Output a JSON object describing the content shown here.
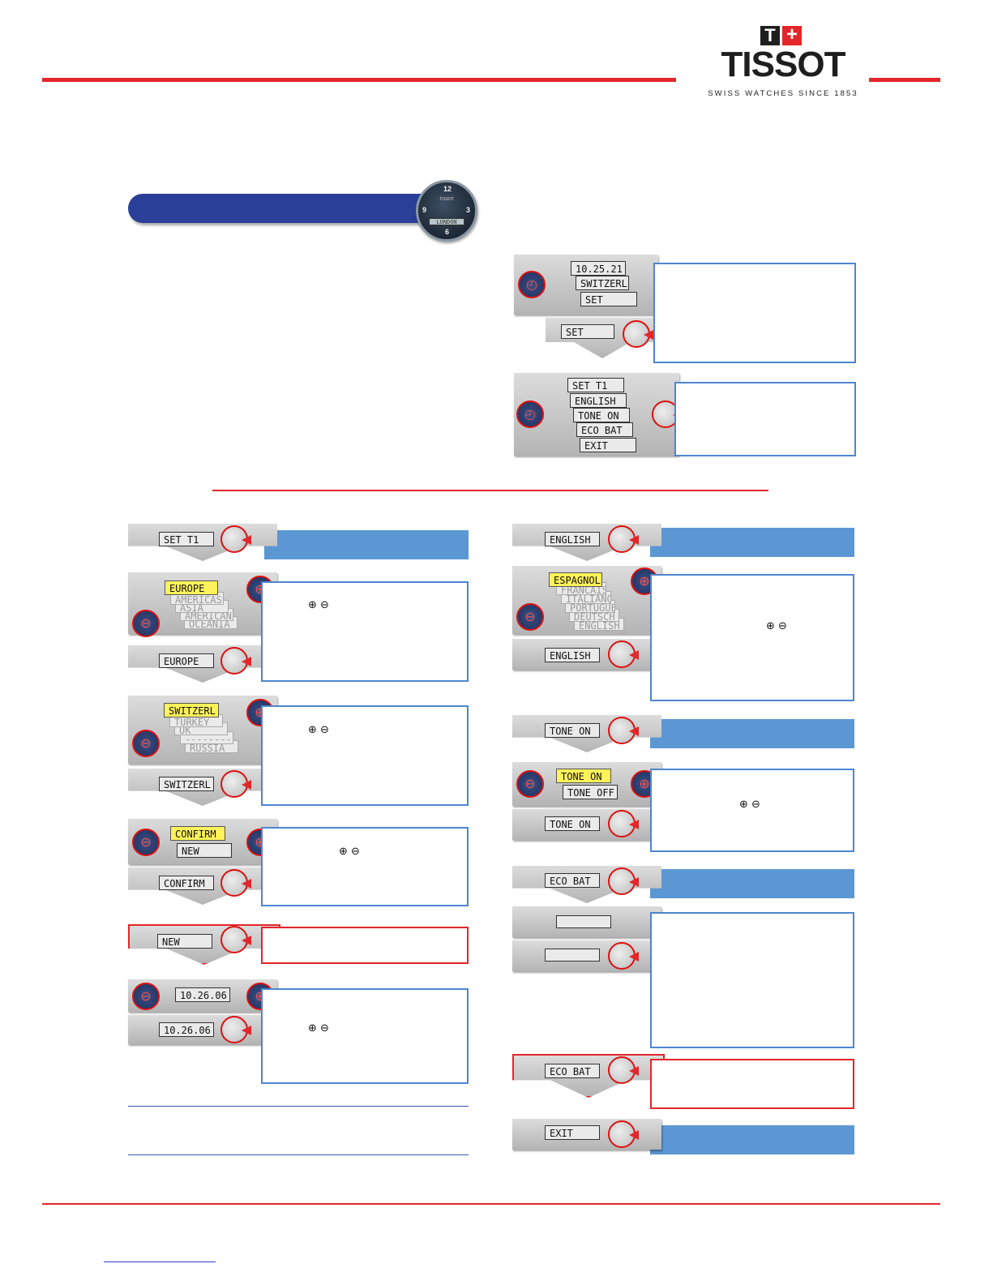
{
  "brand": {
    "logo_mark_t": "T",
    "logo_mark_plus": "+",
    "logo_word": "TISSOT",
    "tagline": "SWISS WATCHES SINCE 1853"
  },
  "colors": {
    "red": "#e3262a",
    "blue_pill": "#2a3f97",
    "banner_blue": "#5b97d3",
    "box_border": "#4d86cf",
    "lcd_highlight": "#fff25a"
  },
  "hero_watch": {
    "n12": "12",
    "n3": "3",
    "n6": "6",
    "n9": "9",
    "brand": "TISSOT",
    "lcd": "LONDON"
  },
  "top_panel1": {
    "lines": [
      "10.25.21",
      "SWITZERL",
      "SET      -I"
    ],
    "button": "SET      -I"
  },
  "top_panel2": {
    "lines": [
      "SET T1   -I",
      "ENGLISH  -I",
      "TONE ON  -I",
      "ECO BAT  -I",
      "EXIT     -I"
    ]
  },
  "left": {
    "set_t1": "SET T1   -I",
    "continents": [
      "EUROPE",
      "AMERICAS",
      "ASIA",
      "AMERICAN",
      "OCEANIA"
    ],
    "continent_btn": "EUROPE",
    "countries": [
      "SWITZERL",
      "TURKEY",
      "UK",
      "--------",
      "RUSSIA"
    ],
    "country_btn": "SWITZERL",
    "confirm_opts": [
      "CONFIRM",
      "NEW"
    ],
    "confirm_btn": "CONFIRM",
    "new_btn": "NEW",
    "date_top": "10.26.06",
    "date_btn": "10.26.06",
    "plus_minus": "⊕  ⊖"
  },
  "right": {
    "english": "ENGLISH  -I",
    "languages": [
      "ESPAGNOL",
      "FRANCAIS",
      "ITALIANO",
      "PORTUGUE",
      "DEUTSCH",
      "ENGLISH"
    ],
    "lang_btn": "ENGLISH",
    "tone": "TONE ON  -I",
    "tone_opts": [
      "TONE ON",
      "TONE OFF"
    ],
    "tone_btn": "TONE ON",
    "eco": "ECO BAT  -I",
    "eco_again": "ECO BAT  -I",
    "exit": "EXIT     -I",
    "plus_minus": "⊕  ⊖"
  }
}
